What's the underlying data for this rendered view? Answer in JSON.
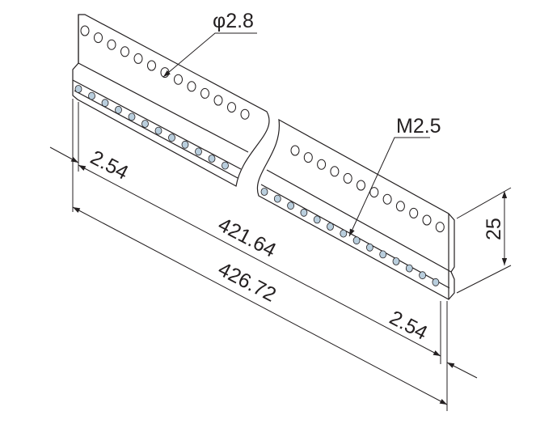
{
  "colors": {
    "rail_fill": "#cfe5f4",
    "line": "#231f20"
  },
  "callouts": {
    "hole_diameter": "φ2.8",
    "thread": "M2.5"
  },
  "dimensions": {
    "left_offset": "2.54",
    "hole_span": "421.64",
    "overall_length": "426.72",
    "right_offset": "2.54",
    "height": "25"
  }
}
